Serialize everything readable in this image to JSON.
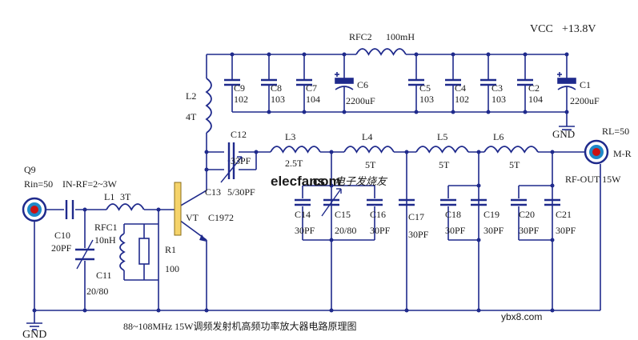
{
  "supply": {
    "vcc": "VCC",
    "voltage": "+13.8V",
    "gnd": "GND"
  },
  "input": {
    "name": "Q9",
    "rin": "Rin=50",
    "inrf": "IN-RF=2~3W"
  },
  "output": {
    "rl": "RL=50",
    "name": "M-R",
    "rfout": "RF-OUT 15W"
  },
  "ground": "GND",
  "inductors": {
    "rfc2": "RFC2",
    "rfc2_val": "100mH",
    "l2": "L2",
    "l2_val": "4T",
    "l1": "L1",
    "l1_val": "3T",
    "rfc1": "RFC1",
    "rfc1_val": "10nH",
    "l3": "L3",
    "l3_val": "2.5T",
    "l4": "L4",
    "l4_val": "5T",
    "l5": "L5",
    "l5_val": "5T",
    "l6": "L6",
    "l6_val": "5T"
  },
  "capacitors": {
    "c1": "C1",
    "c1_val": "2200uF",
    "c2": "C2",
    "c2_val": "104",
    "c3": "C3",
    "c3_val": "103",
    "c4": "C4",
    "c4_val": "102",
    "c5": "C5",
    "c5_val": "103",
    "c6": "C6",
    "c6_val": "2200uF",
    "c7": "C7",
    "c7_val": "104",
    "c8": "C8",
    "c8_val": "103",
    "c9": "C9",
    "c9_val": "102",
    "c10": "C10",
    "c10_val": "20PF",
    "c11": "C11",
    "c11_val": "20/80",
    "c12": "C12",
    "c12_val": "33PF",
    "c13": "C13",
    "c13_val": "5/30PF",
    "c14": "C14",
    "c14_val": "30PF",
    "c15": "C15",
    "c15_val": "20/80",
    "c16": "C16",
    "c16_val": "30PF",
    "c17": "C17",
    "c17_val": "30PF",
    "c18": "C18",
    "c18_val": "30PF",
    "c19": "C19",
    "c19_val": "30PF",
    "c20": "C20",
    "c20_val": "30PF",
    "c21": "C21",
    "c21_val": "30PF"
  },
  "resistor": {
    "r1": "R1",
    "r1_val": "100"
  },
  "transistor": {
    "vt": "VT",
    "part": "C1972"
  },
  "watermarks": {
    "elecfans": "elecfans",
    "dotcom": ".com",
    "cn": "电子发烧友",
    "site": "ybx8.com"
  },
  "caption": "88~108MHz  15W调频发射机高频功率放大器电路原理图",
  "colors": {
    "wire": "#1f2a8c",
    "ink": "#1a1a1a",
    "red": "#cc1111",
    "accent": "#1e88c8",
    "transistor": "#f5d36a"
  }
}
